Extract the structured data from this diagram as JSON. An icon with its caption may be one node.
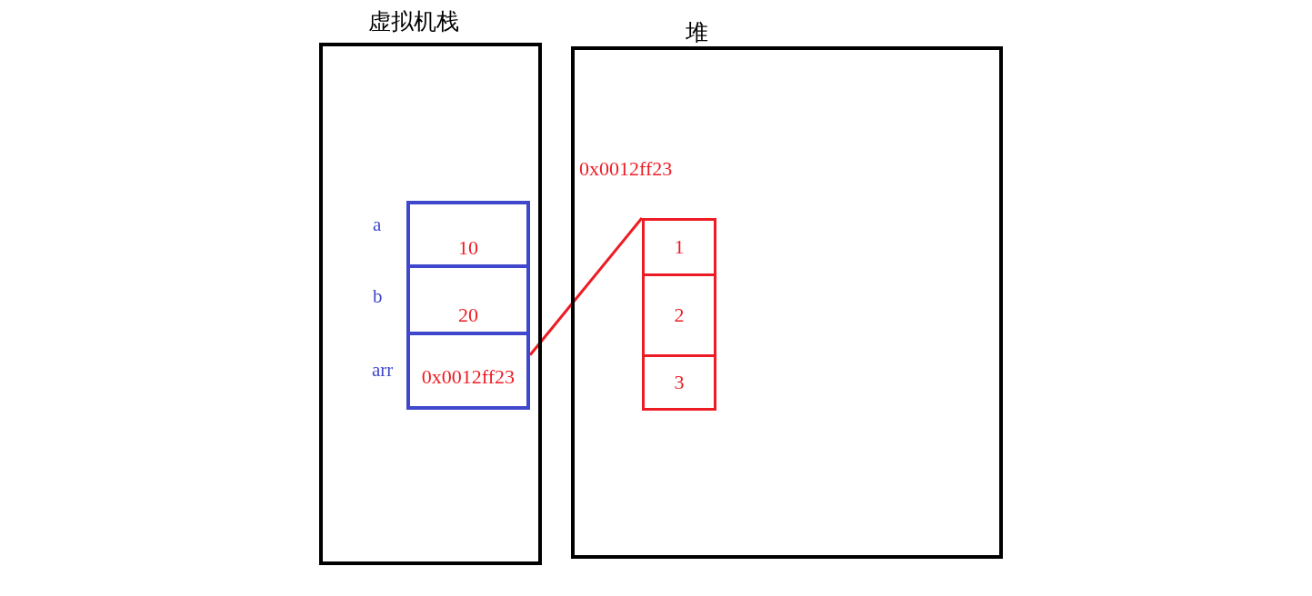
{
  "diagram": {
    "nodes": [
      {
        "text": [
          "虚拟机栈"
        ]
      },
      {
        "text": [
          "堆"
        ]
      },
      {
        "text": [
          "10"
        ],
        "beside": [
          "a"
        ],
        "in": 0
      },
      {
        "text": [
          "20"
        ],
        "beside": [
          "b"
        ],
        "in": 0
      },
      {
        "text": [
          "0x0012ff23"
        ],
        "beside": [
          "arr"
        ],
        "in": 0
      },
      {
        "text": [],
        "shape": "box",
        "beside": [
          "0x0012ff23"
        ],
        "in": 1
      },
      {
        "text": [
          "1"
        ],
        "in": 5
      },
      {
        "text": [
          "2"
        ],
        "in": 5
      },
      {
        "text": [
          "3"
        ],
        "in": 5
      }
    ],
    "edges": [
      {
        "from": 4,
        "to": 5,
        "arrow": "none",
        "color": "#ed1c24"
      }
    ]
  }
}
